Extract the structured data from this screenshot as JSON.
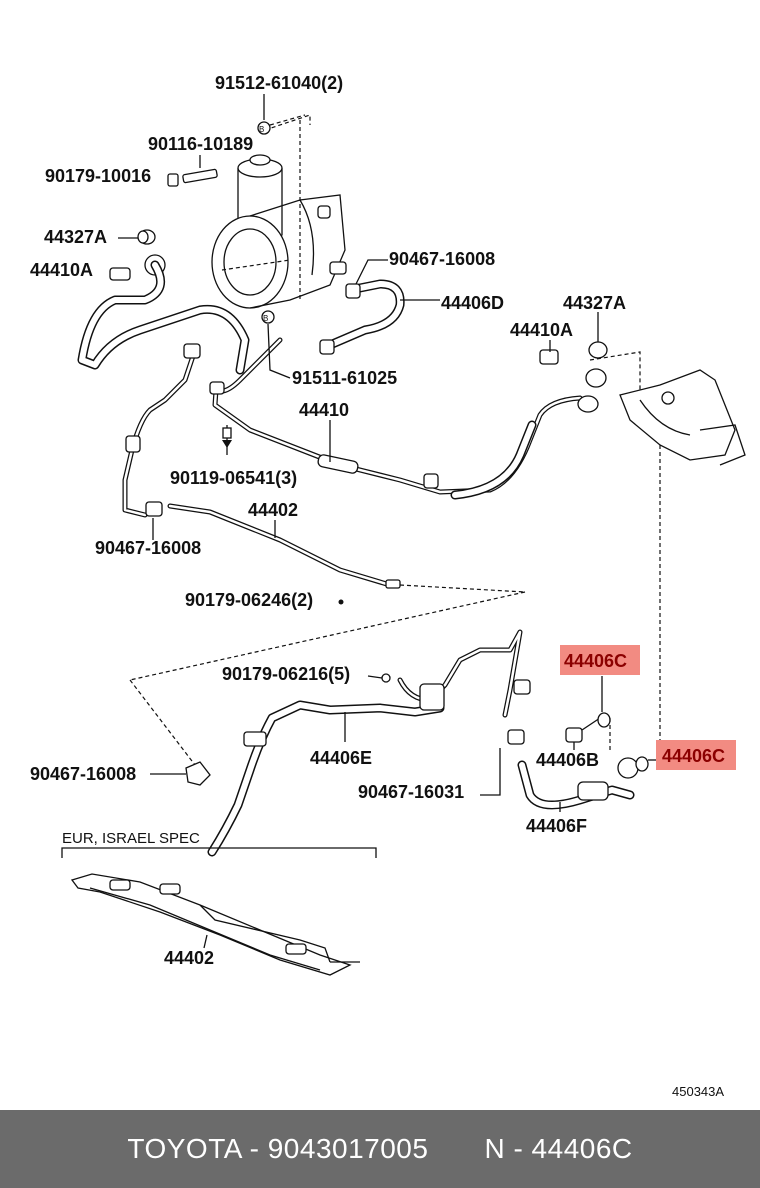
{
  "labels": {
    "p91512": "91512-61040(2)",
    "p90116": "90116-10189",
    "p90179a": "90179-10016",
    "p44327a_l": "44327A",
    "p44410a_l": "44410A",
    "p90467a": "90467-16008",
    "p44406d": "44406D",
    "p44327a_r": "44327A",
    "p44410a_r": "44410A",
    "p91511": "91511-61025",
    "p44410": "44410",
    "p90119": "90119-06541(3)",
    "p44402a": "44402",
    "p90467b": "90467-16008",
    "p90179b": "90179-06246(2)",
    "p44406c_top": "44406C",
    "p90179c": "90179-06216(5)",
    "p44406e": "44406E",
    "p44406b": "44406B",
    "p44406c_right": "44406C",
    "p90467c": "90467-16008",
    "p90467d": "90467-16031",
    "p44406f": "44406F",
    "spec": "EUR, ISRAEL SPEC",
    "p44402b": "44402",
    "diagram_code": "450343A",
    "icon_b": "B"
  },
  "colors": {
    "highlight": "#f28b82",
    "highlight_text": "#8b0000",
    "footer_bg": "#6b6b6b",
    "footer_text": "#ffffff"
  },
  "footer": {
    "brand": "TOYOTA - 9043017005",
    "ref": "N - 44406C"
  }
}
